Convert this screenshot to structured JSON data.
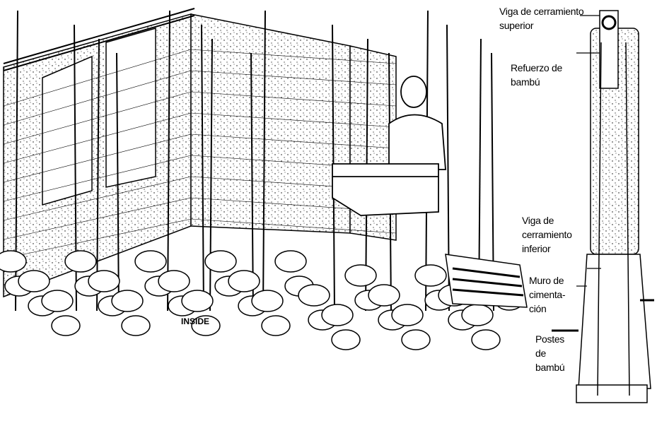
{
  "labels": {
    "top_beam": [
      "Viga de cerramiento",
      "superior"
    ],
    "bamboo_reinforcement": [
      "Refuerzo de",
      "bambú"
    ],
    "bottom_beam": [
      "Viga de",
      "cerramiento",
      "inferior"
    ],
    "foundation_wall": [
      "Muro de",
      "cimenta-",
      "ción"
    ],
    "bamboo_posts": [
      "Postes",
      "de",
      "bambú"
    ],
    "inside": "INSIDE"
  }
}
